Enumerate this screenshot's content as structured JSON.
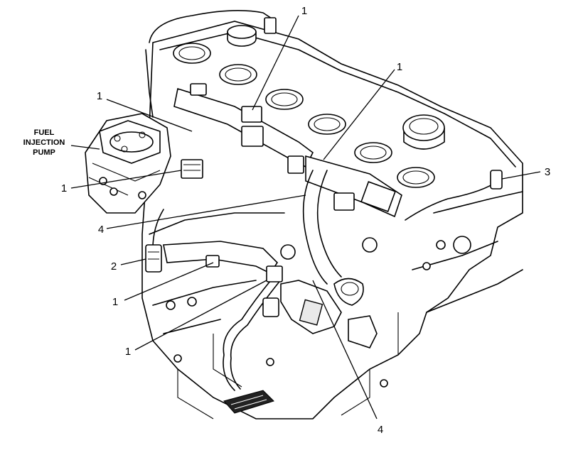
{
  "callouts": [
    {
      "id": "c1a",
      "text": "1"
    },
    {
      "id": "c1b",
      "text": "1"
    },
    {
      "id": "c1c",
      "text": "1"
    },
    {
      "id": "c1d",
      "text": "1"
    },
    {
      "id": "c1e",
      "text": "1"
    },
    {
      "id": "c1f",
      "text": "1"
    },
    {
      "id": "c2",
      "text": "2"
    },
    {
      "id": "c3",
      "text": "3"
    },
    {
      "id": "c4a",
      "text": "4"
    },
    {
      "id": "c4b",
      "text": "4"
    }
  ],
  "captions": {
    "fuel_pump": [
      "FUEL",
      "INJECTION",
      "PUMP"
    ]
  }
}
